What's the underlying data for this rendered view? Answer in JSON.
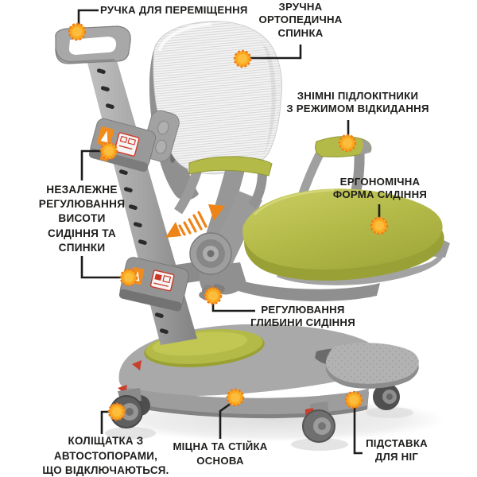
{
  "page": {
    "background": "#ffffff",
    "product": "ergonomic-children-chair-feature-diagram"
  },
  "style": {
    "label_color": "#1d1d1b",
    "line_color": "#1d1d1b",
    "dot_fill": "#F9A91F",
    "dot_edge": "#EE7D1C",
    "seat_green": "#b4ba48",
    "frame_gray": "#9c9c9c",
    "mesh_white": "#f2f2f2",
    "arrow_orange": "#ee8418"
  },
  "callouts": [
    {
      "id": "move-handle",
      "label": "РУЧКА ДЛЯ ПЕРЕМІЩЕННЯ"
    },
    {
      "id": "orthopedic-backrest",
      "label": "ЗРУЧНА\nОРТОПЕДИЧНА\nСПИНКА"
    },
    {
      "id": "removable-armrests",
      "label": "ЗНІМНІ ПІДЛОКІТНИКИ\nЗ РЕЖИМОМ ВІДКИДАННЯ"
    },
    {
      "id": "ergonomic-seat",
      "label": "ЕРГОНОМІЧНА\nФОРМА СИДІННЯ"
    },
    {
      "id": "independent-height",
      "label": "НЕЗАЛЕЖНЕ\nРЕГУЛЮВАННЯ\nВИСОТИ\nСИДІННЯ ТА\nСПИНКИ"
    },
    {
      "id": "seat-depth",
      "label": "РЕГУЛЮВАННЯ\nГЛИБИНИ СИДІННЯ"
    },
    {
      "id": "casters-autostop",
      "label": "КОЛІЩАТКА З\nАВТОСТОПОРАМИ,\nЩО ВІДКЛЮЧАЮТЬСЯ."
    },
    {
      "id": "sturdy-base",
      "label": "МІЦНА ТА СТІЙКА\nОСНОВА"
    },
    {
      "id": "footrest",
      "label": "ПІДСТАВКА\nДЛЯ НІГ"
    }
  ]
}
